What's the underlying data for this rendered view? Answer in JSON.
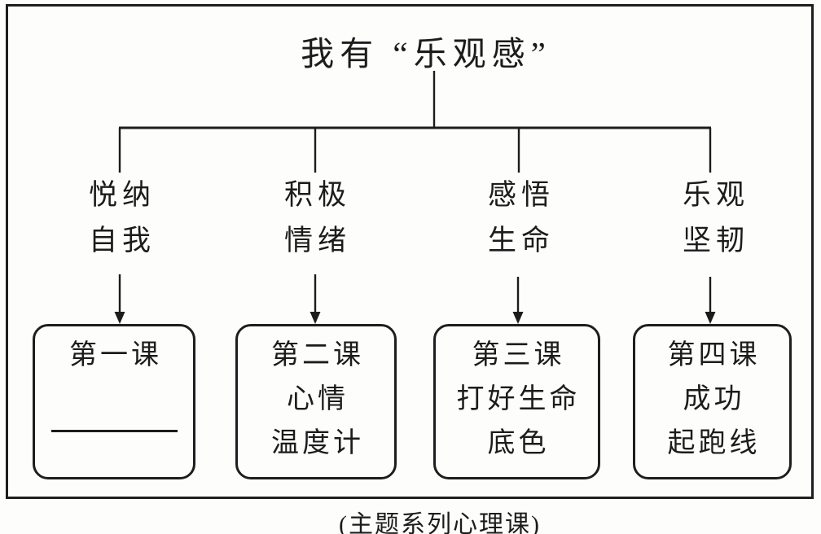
{
  "figure": {
    "title": "我有 “乐观感”",
    "caption": "(主题系列心理课)"
  },
  "branches": [
    {
      "label": [
        "悦纳",
        "自我"
      ],
      "box": {
        "lines": [
          "第一课"
        ],
        "blank": true
      }
    },
    {
      "label": [
        "积极",
        "情绪"
      ],
      "box": {
        "lines": [
          "第二课",
          "心情",
          "温度计"
        ],
        "blank": false
      }
    },
    {
      "label": [
        "感悟",
        "生命"
      ],
      "box": {
        "lines": [
          "第三课",
          "打好生命",
          "底色"
        ],
        "blank": false
      }
    },
    {
      "label": [
        "乐观",
        "坚韧"
      ],
      "box": {
        "lines": [
          "第四课",
          "成功",
          "起跑线"
        ],
        "blank": false
      }
    }
  ],
  "ink_color": "#1c1c1c",
  "paper_color": "#fdfdfb"
}
